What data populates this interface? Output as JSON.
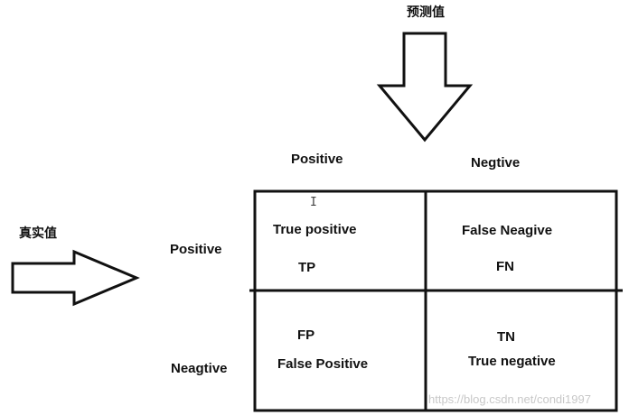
{
  "predicted_label": "预测值",
  "actual_label": "真实值",
  "columns": {
    "positive": "Positive",
    "negative": "Negtive"
  },
  "rows": {
    "positive": "Positive",
    "negative": "Neagtive"
  },
  "cells": {
    "tp": {
      "name": "True positive",
      "abbr": "TP"
    },
    "fn": {
      "name": "False Neagive",
      "abbr": "FN"
    },
    "fp": {
      "name": "False Positive",
      "abbr": "FP"
    },
    "tn": {
      "name": "True negative",
      "abbr": "TN"
    }
  },
  "watermark": "https://blog.csdn.net/condi1997",
  "colors": {
    "stroke": "#111111",
    "watermark": "#c8c8c8"
  }
}
